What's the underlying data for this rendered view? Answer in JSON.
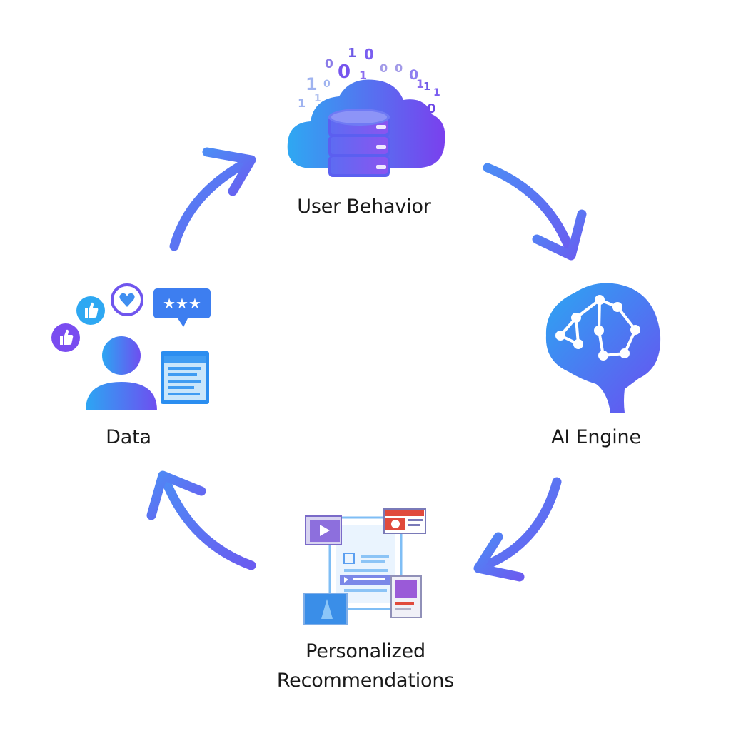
{
  "nodes": {
    "user_behavior": {
      "label": "User Behavior"
    },
    "ai_engine": {
      "label": "AI Engine"
    },
    "recommendations": {
      "label_line1": "Personalized",
      "label_line2": "Recommendations"
    },
    "data": {
      "label": "Data"
    }
  },
  "binary_digits": [
    "0",
    "1",
    "0",
    "0",
    "1",
    "0",
    "0",
    "0",
    "1",
    "1",
    "0",
    "1",
    "1",
    "0",
    "1",
    "1"
  ],
  "colors": {
    "blue": "#2fa9f2",
    "violet": "#7a4cf0",
    "arrow_start": "#4d8bf5",
    "arrow_end": "#6a5cf0",
    "text": "#1a1a1a"
  }
}
